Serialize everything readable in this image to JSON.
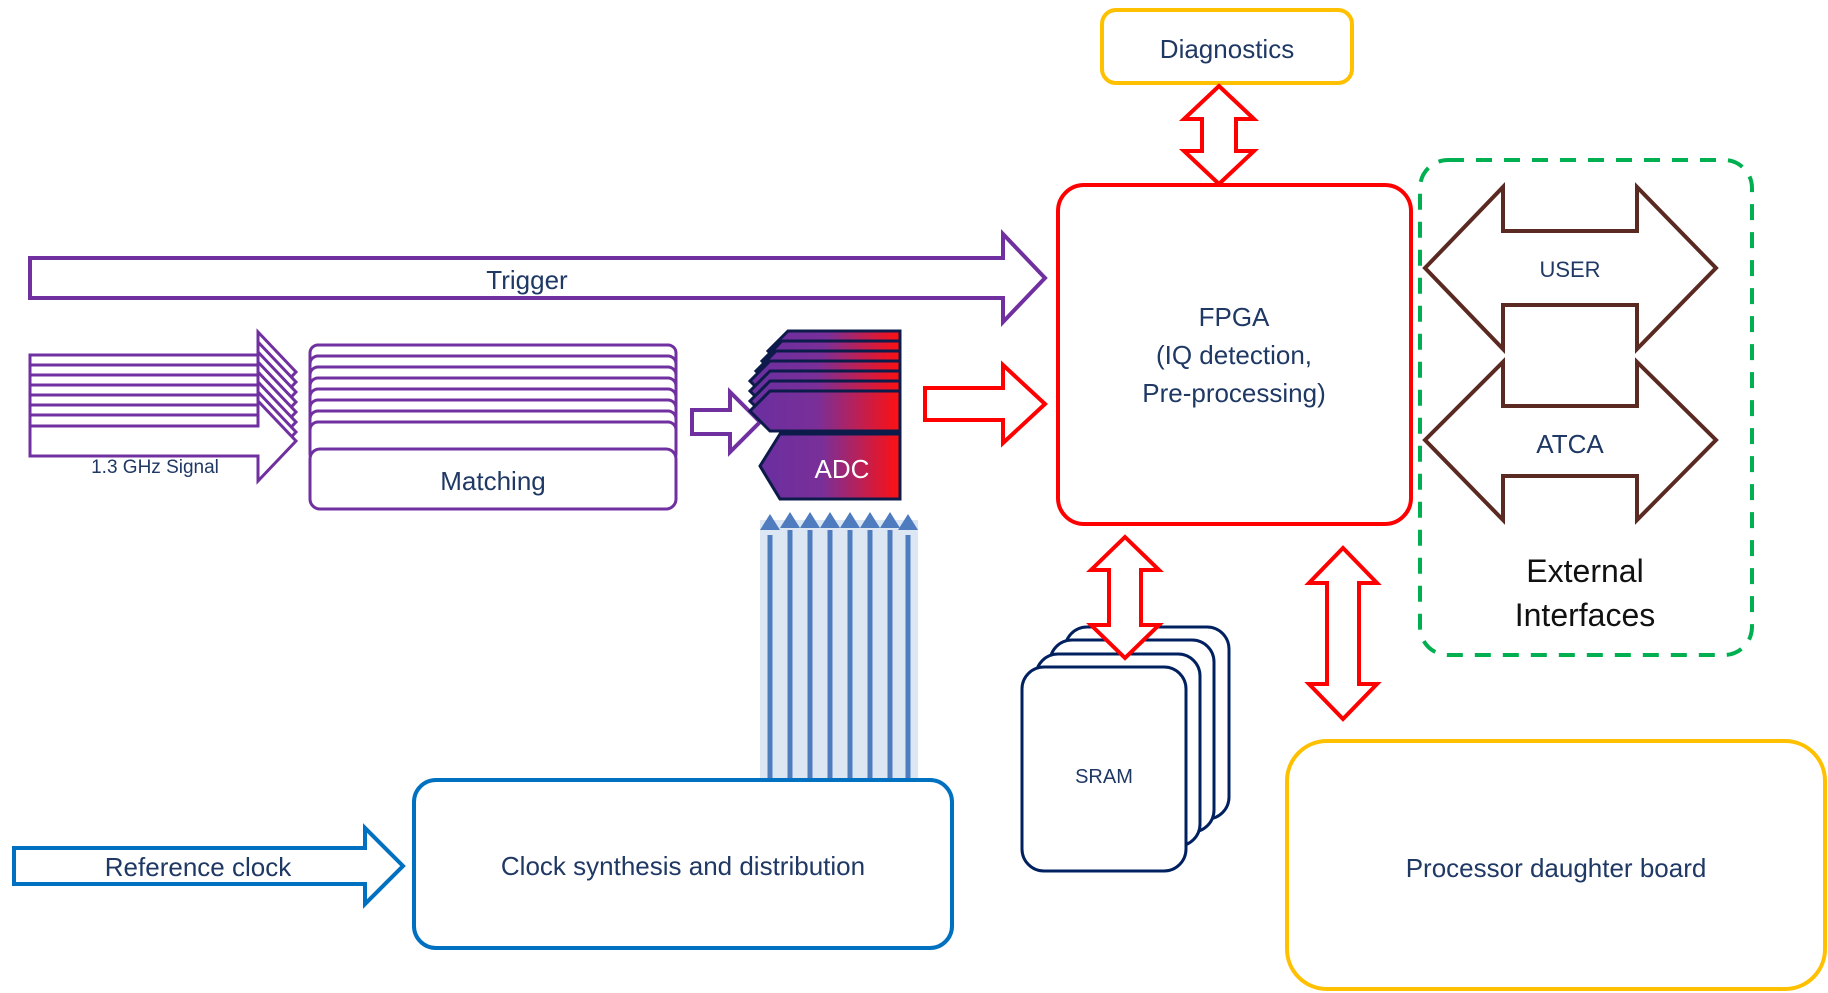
{
  "diagram": {
    "diagnostics": "Diagnostics",
    "fpga_line1": "FPGA",
    "fpga_line2": "(IQ detection,",
    "fpga_line3": "Pre-processing)",
    "trigger": "Trigger",
    "signal": "1.3 GHz Signal",
    "matching": "Matching",
    "adc": "ADC",
    "user": "USER",
    "atca": "ATCA",
    "external_line1": "External",
    "external_line2": "Interfaces",
    "sram": "SRAM",
    "reference_clock": "Reference clock",
    "clock_synthesis": "Clock synthesis and distribution",
    "processor_board": "Processor daughter board"
  },
  "colors": {
    "fpga": "#ff0000",
    "purple": "#7030a0",
    "blue": "#0070c0",
    "orange": "#ffc000",
    "green": "#00b050",
    "brown": "#5a2a22",
    "navy": "#002060",
    "label": "#1f3864"
  }
}
